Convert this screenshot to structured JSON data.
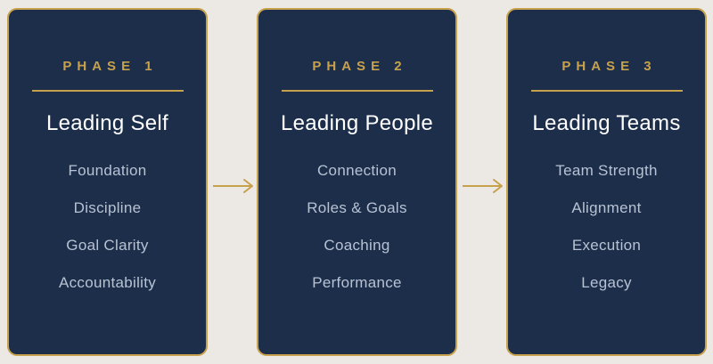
{
  "colors": {
    "background": "#ECE9E5",
    "card_bg": "#1D2E4B",
    "gold": "#C7A14B",
    "title_text": "#FFFFFF",
    "item_text": "#B7C2D3"
  },
  "phases": [
    {
      "label": "PHASE 1",
      "title": "Leading Self",
      "items": [
        "Foundation",
        "Discipline",
        "Goal Clarity",
        "Accountability"
      ]
    },
    {
      "label": "PHASE 2",
      "title": "Leading People",
      "items": [
        "Connection",
        "Roles & Goals",
        "Coaching",
        "Performance"
      ]
    },
    {
      "label": "PHASE 3",
      "title": "Leading Teams",
      "items": [
        "Team Strength",
        "Alignment",
        "Execution",
        "Legacy"
      ]
    }
  ],
  "arrows": [
    {
      "name": "arrow-phase1-to-phase2",
      "direction": "right"
    },
    {
      "name": "arrow-phase2-to-phase3",
      "direction": "right"
    }
  ]
}
